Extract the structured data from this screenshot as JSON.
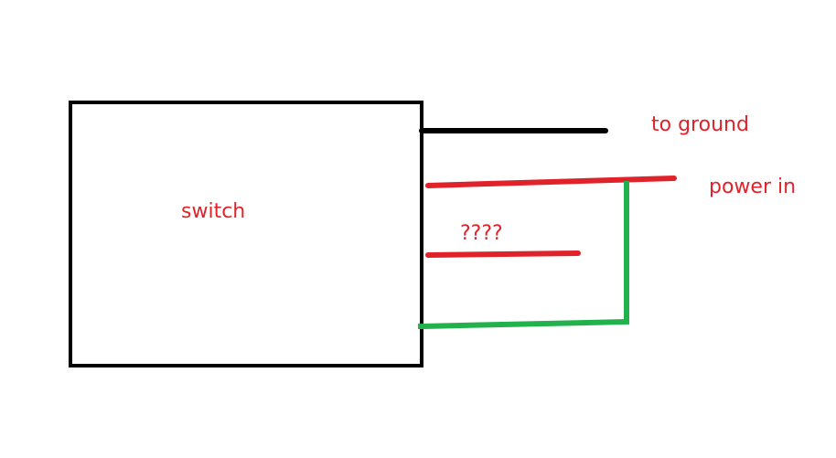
{
  "labels": {
    "switch": "switch",
    "to_ground": "to ground",
    "power_in": "power in",
    "unknown": "????"
  },
  "colors": {
    "background": "#ffffff",
    "outline": "#000000",
    "ground_wire": "#000000",
    "power_wire": "#e0232b",
    "unknown_wire": "#e0232b",
    "jumper_wire": "#22b14c",
    "text": "#e0232b"
  }
}
